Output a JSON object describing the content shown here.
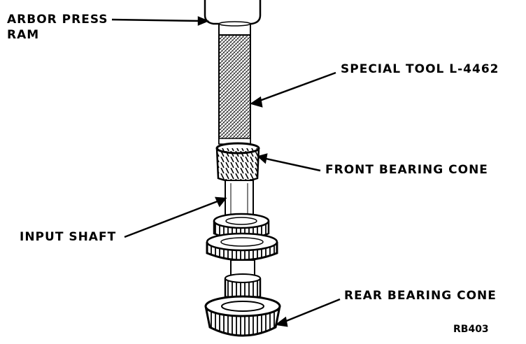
{
  "labels": {
    "ram_line1": "ARBOR PRESS",
    "ram_line2": "RAM",
    "special_tool": "SPECIAL TOOL L-4462",
    "front_bearing": "FRONT BEARING CONE",
    "input_shaft": "INPUT SHAFT",
    "rear_bearing": "REAR BEARING CONE",
    "figure_code": "RB403"
  },
  "colors": {
    "ink": "#000000",
    "paper": "#ffffff",
    "knurl": "#e6e6e6"
  }
}
